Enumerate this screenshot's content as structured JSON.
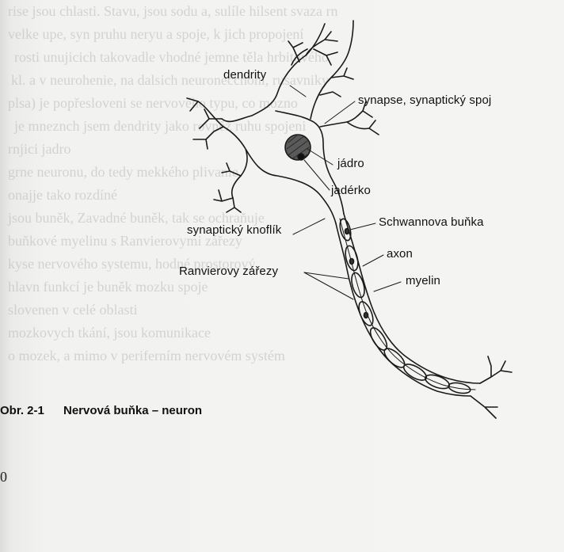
{
  "background_text": [
    "rise jsou chlasti. Stavu, jsou sodu a, sulíle hilsent svaza rn",
    "velke upe, syn pruhu neryu a spoje, k jich propojení",
    "rosti unujicich takovadle vhodné jemne těla hrbitového",
    "kl. a v neurohenie, na dalsich neuronecchoni, rusavniky",
    "plsa) je popřesloveni se nervového typu, co mozno",
    "je mneznch jsem dendrity jako rovněž ruhu spojeni",
    "rnjici jadro",
    "grne neuronu, do tedy mekkého plivanie",
    "onajje tako rozdíné",
    "jsou buněk, Zavadné buněk, tak se ochraňuje",
    "buňkové myelinu s Ranvierovymi zářezy",
    "kyse nervového systemu, hodné prostorový",
    "hlavn funkcí je buněk mozku spoje",
    "slovenen v celé oblasti",
    "mozkovych tkání, jsou komunikace",
    "o mozek, a mimo v periferním nervovém systém"
  ],
  "labels": {
    "dendrity": "dendrity",
    "synapse": "synapse, synaptický spoj",
    "jadro": "jádro",
    "jaderko": "jadérko",
    "schwann": "Schwannova buňka",
    "knoflik": "synaptický knoflík",
    "axon": "axon",
    "ranvier": "Ranvierovy zářezy",
    "myelin": "myelin"
  },
  "caption": {
    "number": "Obr. 2-1",
    "title": "Nervová buňka – neuron"
  },
  "page_number": "0"
}
